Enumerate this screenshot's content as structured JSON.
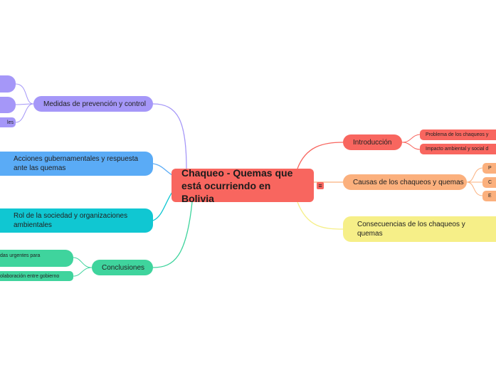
{
  "title": "Chaqueo - Quemas que está ocurriendo en Bolivia",
  "colors": {
    "central": "#f8665f",
    "introduccion": "#f8665f",
    "causas": "#fbb07d",
    "consecuencias": "#f6ef88",
    "medidas": "#a597f8",
    "acciones": "#5aabf6",
    "rol": "#10c7d2",
    "conclusiones": "#3fd49d"
  },
  "nodes": {
    "introduccion": {
      "label": "Introducción",
      "children": [
        "Problema de los chaqueos y",
        "Impacto ambiental y social d"
      ]
    },
    "causas": {
      "label": "Causas de los chaqueos y quemas",
      "children": [
        "P",
        "C",
        "E"
      ]
    },
    "consecuencias": {
      "label": "Consecuencias de los chaqueos y quemas"
    },
    "medidas": {
      "label": "Medidas de prevención y control",
      "children": [
        "",
        "",
        "les"
      ]
    },
    "acciones": {
      "label": "Acciones gubernamentales y respuesta ante las quemas"
    },
    "rol": {
      "label": "Rol de la sociedad y organizaciones ambientales"
    },
    "conclusiones": {
      "label": "Conclusiones",
      "children": [
        "das urgentes para",
        "olaboración entre gobierno"
      ]
    }
  },
  "icons": {
    "menu": "hamburger-icon"
  }
}
